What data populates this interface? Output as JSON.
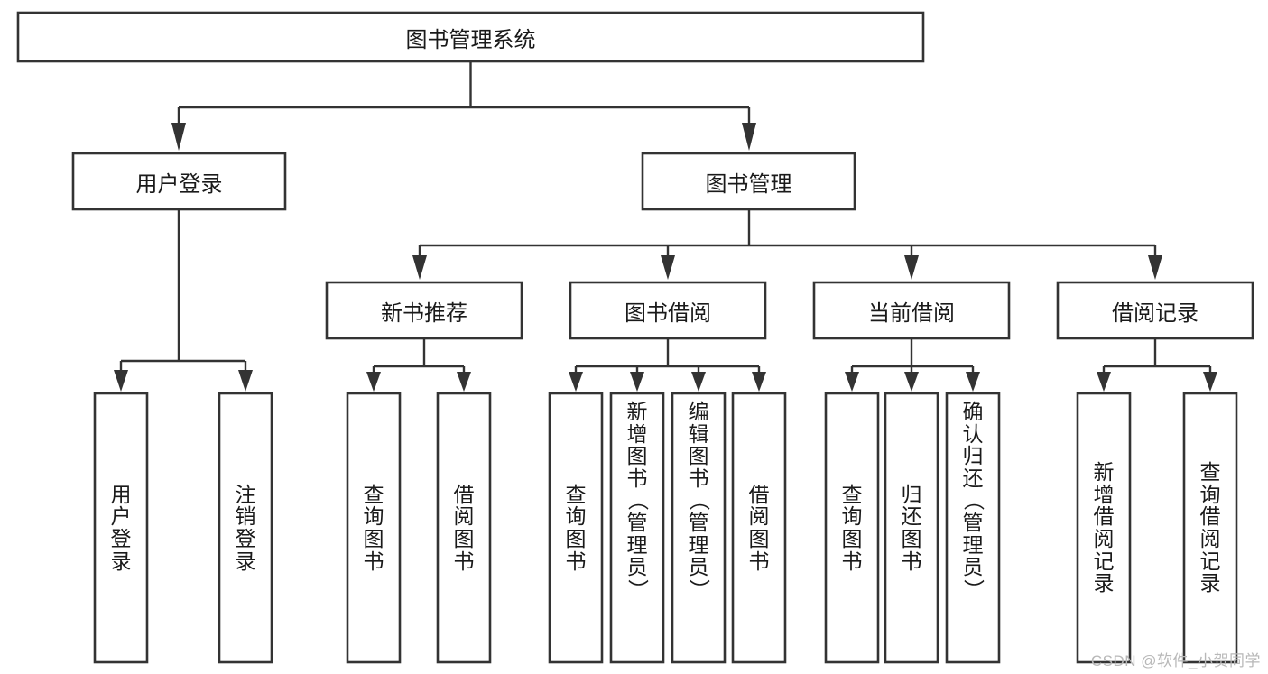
{
  "diagram": {
    "type": "tree-hierarchy-flowchart",
    "title_text": "图书管理系统",
    "colors": {
      "background": "#ffffff",
      "box_stroke": "#333333",
      "box_fill": "#ffffff",
      "text": "#1a1a1a",
      "watermark": "#b8b8b8"
    },
    "levels": {
      "root": {
        "label": "图书管理系统"
      },
      "level1": [
        {
          "id": "user-login",
          "label": "用户登录"
        },
        {
          "id": "book-management",
          "label": "图书管理"
        }
      ],
      "level2": [
        {
          "id": "new-book-recommend",
          "label": "新书推荐",
          "parent": "book-management"
        },
        {
          "id": "book-borrow",
          "label": "图书借阅",
          "parent": "book-management"
        },
        {
          "id": "current-borrow",
          "label": "当前借阅",
          "parent": "book-management"
        },
        {
          "id": "borrow-record",
          "label": "借阅记录",
          "parent": "book-management"
        }
      ],
      "leaves": {
        "user-login": [
          {
            "id": "leaf-user-login",
            "label": "用户登录"
          },
          {
            "id": "leaf-logout-login",
            "label": "注销登录"
          }
        ],
        "new-book-recommend": [
          {
            "id": "leaf-query-book-1",
            "label": "查询图书"
          },
          {
            "id": "leaf-borrow-book-1",
            "label": "借阅图书"
          }
        ],
        "book-borrow": [
          {
            "id": "leaf-query-book-2",
            "label": "查询图书"
          },
          {
            "id": "leaf-add-book-admin",
            "label": "新增图书（管理员）"
          },
          {
            "id": "leaf-edit-book-admin",
            "label": "编辑图书（管理员）"
          },
          {
            "id": "leaf-borrow-book-2",
            "label": "借阅图书"
          }
        ],
        "current-borrow": [
          {
            "id": "leaf-query-book-3",
            "label": "查询图书"
          },
          {
            "id": "leaf-return-book",
            "label": "归还图书"
          },
          {
            "id": "leaf-confirm-return-admin",
            "label": "确认归还（管理员）"
          }
        ],
        "borrow-record": [
          {
            "id": "leaf-add-borrow-record",
            "label": "新增借阅记录"
          },
          {
            "id": "leaf-query-borrow-record",
            "label": "查询借阅记录"
          }
        ]
      }
    },
    "watermark": "CSDN @软件_小贺同学"
  }
}
